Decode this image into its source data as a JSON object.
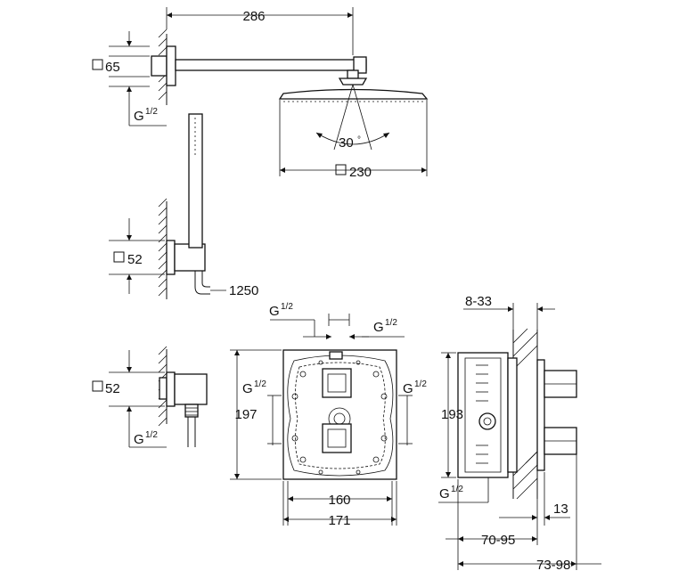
{
  "dimensions": {
    "arm_length": "286",
    "wall_flange_square": "65",
    "inlet_thread_1": "G",
    "inlet_thread_1_frac": "1/2",
    "spray_angle": "30",
    "spray_angle_unit": "°",
    "head_square": "230",
    "holder_square": "52",
    "hose_length": "1250",
    "outlet_square": "52",
    "outlet_thread": "G",
    "outlet_thread_frac": "1/2",
    "plate_thread_top_left": "G",
    "plate_thread_top_left_frac": "1/2",
    "plate_thread_top_right": "G",
    "plate_thread_top_right_frac": "1/2",
    "plate_thread_left": "G",
    "plate_thread_left_frac": "1/2",
    "plate_thread_right": "G",
    "plate_thread_right_frac": "1/2",
    "plate_height": "197",
    "plate_inner_width": "160",
    "plate_width": "171",
    "body_height": "193",
    "wall_range": "8-33",
    "body_thread": "G",
    "body_thread_frac": "1/2",
    "wall_offset": "13",
    "depth_range_1": "70-95",
    "depth_range_2": "73-98"
  },
  "icons": {
    "square_symbol": "square-dimension-icon",
    "hatching": "wall-hatch-pattern"
  }
}
